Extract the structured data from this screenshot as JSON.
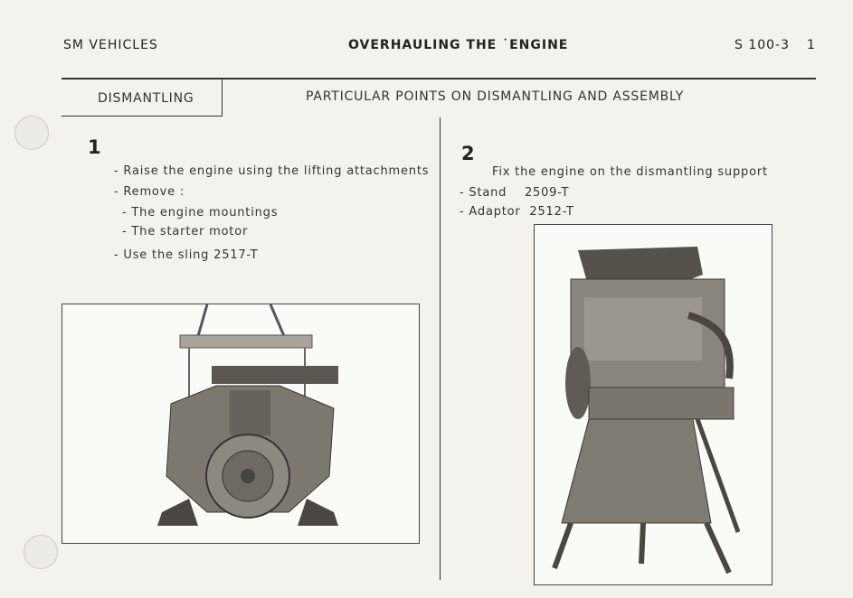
{
  "header": {
    "left": "SM VEHICLES",
    "center": "OVERHAULING THE ˙ENGINE",
    "ref": "S 100-3",
    "page": "1"
  },
  "section": {
    "tab_label": "DISMANTLING",
    "title": "PARTICULAR POINTS ON DISMANTLING AND ASSEMBLY"
  },
  "step1": {
    "number": "1",
    "lines": [
      "- Raise the engine using the lifting attachments",
      "- Remove :",
      "- The engine mountings",
      "- The starter motor",
      "- Use the sling 2517-T"
    ]
  },
  "step2": {
    "number": "2",
    "lines": [
      "Fix the engine on the dismantling support",
      "- Stand    2509-T",
      "- Adaptor  2512-T"
    ]
  }
}
